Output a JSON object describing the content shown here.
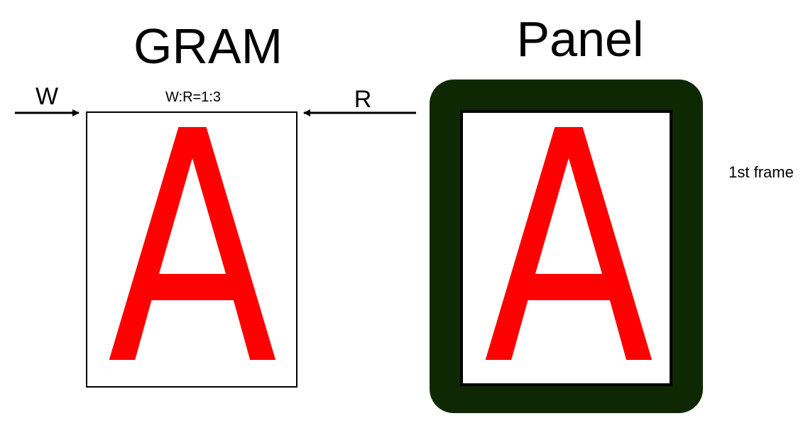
{
  "gram": {
    "title": "GRAM",
    "ratio_label": "W:R=1:3",
    "write_label": "W",
    "read_label": "R",
    "glyph": "A"
  },
  "panel": {
    "title": "Panel",
    "glyph": "A",
    "frame_label": "1st frame"
  },
  "colors": {
    "glyph": "#ff0000",
    "bezel": "#0f2804",
    "outline": "#000000",
    "screen": "#ffffff"
  }
}
